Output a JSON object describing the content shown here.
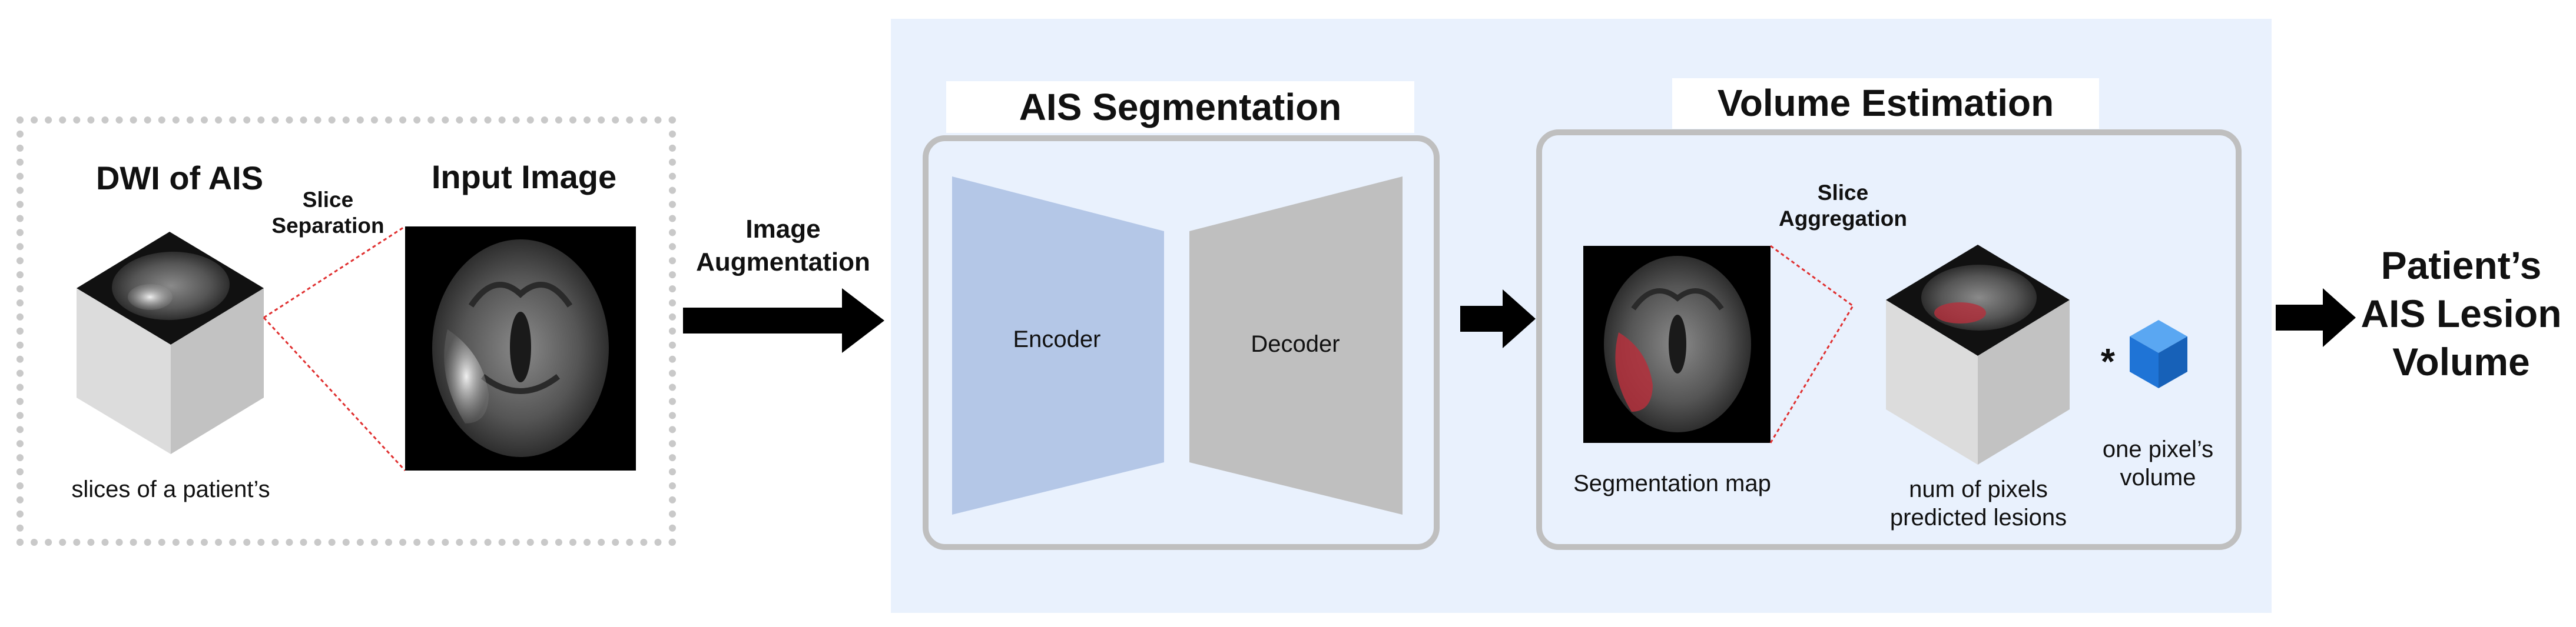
{
  "left_panel": {
    "dwi_title": "DWI of AIS",
    "slice_separation_line1": "Slice",
    "slice_separation_line2": "Separation",
    "input_image_title": "Input Image",
    "slices_caption": "slices of a patient’s"
  },
  "image_augmentation": {
    "line1": "Image",
    "line2": "Augmentation"
  },
  "segmentation": {
    "title": "AIS Segmentation",
    "encoder_label": "Encoder",
    "decoder_label": "Decoder"
  },
  "volume_estimation": {
    "title": "Volume Estimation",
    "slice_aggregation_line1": "Slice",
    "slice_aggregation_line2": "Aggregation",
    "segmentation_map_caption": "Segmentation map",
    "num_pixels_line1": "num of pixels",
    "num_pixels_line2": "predicted lesions",
    "multiply_symbol": "*",
    "pixel_volume_line1": "one pixel’s",
    "pixel_volume_line2": "volume"
  },
  "result": {
    "line1": "Patient’s",
    "line2": "AIS Lesion",
    "line3": "Volume"
  },
  "colors": {
    "panel_blue": "#e9f1fd",
    "encoder": "#b4c7e7",
    "decoder": "#bfbfbf",
    "lesion_red": "#b5303c",
    "pixel_cube": "#1f74d6",
    "connector_red": "#e03030"
  }
}
